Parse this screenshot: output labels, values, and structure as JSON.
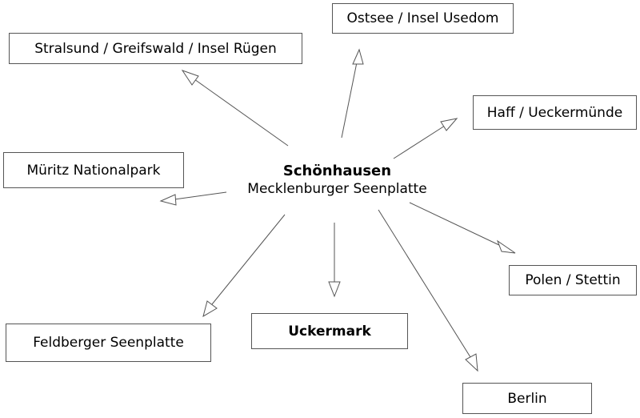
{
  "center": {
    "title": "Schönhausen",
    "subtitle": "Mecklenburger Seenplatte"
  },
  "destinations": [
    {
      "id": "ostsee",
      "label": "Ostsee / Insel Usedom",
      "bold": false
    },
    {
      "id": "stralsund",
      "label": "Stralsund / Greifswald / Insel Rügen",
      "bold": false
    },
    {
      "id": "haff",
      "label": "Haff / Ueckermünde",
      "bold": false
    },
    {
      "id": "mueritz",
      "label": "Müritz Nationalpark",
      "bold": false
    },
    {
      "id": "polen",
      "label": "Polen / Stettin",
      "bold": false
    },
    {
      "id": "feldberg",
      "label": "Feldberger Seenplatte",
      "bold": false
    },
    {
      "id": "uckermark",
      "label": "Uckermark",
      "bold": true
    },
    {
      "id": "berlin",
      "label": "Berlin",
      "bold": false
    }
  ],
  "colors": {
    "line": "#555555",
    "border": "#555555",
    "background": "#ffffff"
  }
}
